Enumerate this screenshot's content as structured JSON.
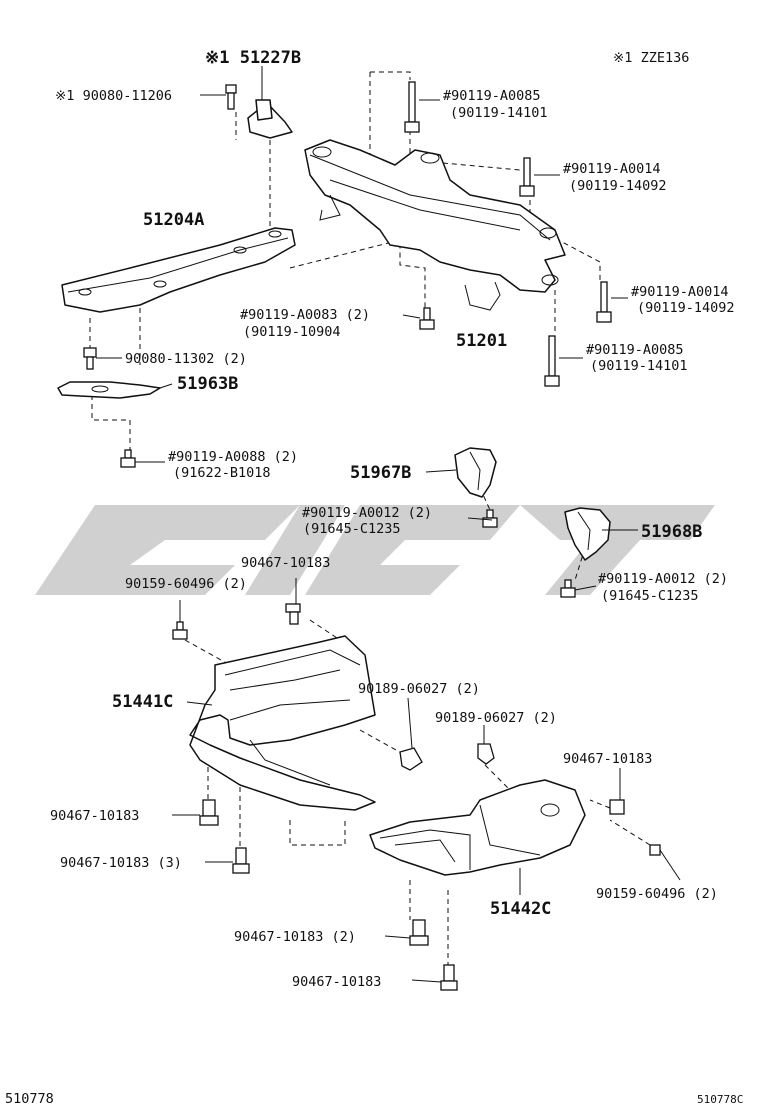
{
  "note_top_right": "※1 ZZE136",
  "footer_left": "510778",
  "footer_right": "510778C",
  "watermark_color": "#c8c8c8",
  "labels": {
    "p51227b": "※1 51227B",
    "p90080_11206": "※1 90080-11206",
    "p90119_a0085_a": "#90119-A0085",
    "p90119_14101_a": "(90119-14101",
    "p90119_a0014_a": "#90119-A0014",
    "p90119_14092_a": "(90119-14092",
    "p51204a": "51204A",
    "p90119_a0014_b": "#90119-A0014",
    "p90119_14092_b": "(90119-14092",
    "p90119_a0083": "#90119-A0083 (2)",
    "p90119_10904": "(90119-10904",
    "p51201": "51201",
    "p90119_a0085_b": "#90119-A0085",
    "p90119_14101_b": "(90119-14101",
    "p90080_11302": "90080-11302 (2)",
    "p51963b": "51963B",
    "p90119_a0088": "#90119-A0088 (2)",
    "p91622_b1018": "(91622-B1018",
    "p51967b": "51967B",
    "p90119_a0012_a": "#90119-A0012 (2)",
    "p91645_c1235_a": "(91645-C1235",
    "p51968b": "51968B",
    "p90119_a0012_b": "#90119-A0012 (2)",
    "p91645_c1235_b": "(91645-C1235",
    "p90467_10183_a": "90467-10183",
    "p90159_60496_a": "90159-60496 (2)",
    "p51441c": "51441C",
    "p90189_06027_a": "90189-06027 (2)",
    "p90189_06027_b": "90189-06027 (2)",
    "p90467_10183_b": "90467-10183",
    "p90467_10183_c": "90467-10183",
    "p90467_10183_d": "90467-10183 (3)",
    "p90159_60496_b": "90159-60496 (2)",
    "p51442c": "51442C",
    "p90467_10183_e": "90467-10183 (2)",
    "p90467_10183_f": "90467-10183"
  }
}
